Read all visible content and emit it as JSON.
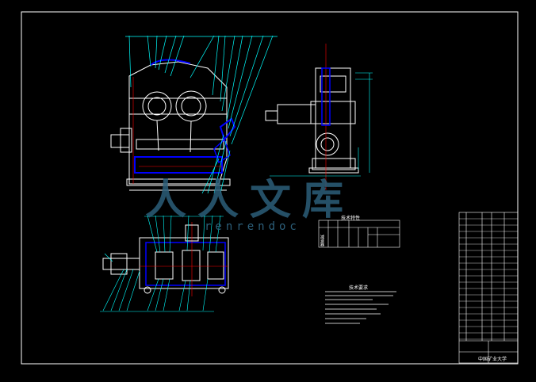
{
  "drawing": {
    "background": "#000000",
    "frame_color": "#ffffff",
    "leader_color": "#00ffff",
    "part_color": "#0000ff",
    "accent_color": "#ff0000"
  },
  "watermark": {
    "main": "人人文库",
    "sub": "renrendoc"
  },
  "tech_table": {
    "title": "技术特性",
    "row_label": "减速器"
  },
  "tech_requirements": {
    "title": "技术要求"
  },
  "title_block": {
    "school": "中国矿业大学"
  }
}
